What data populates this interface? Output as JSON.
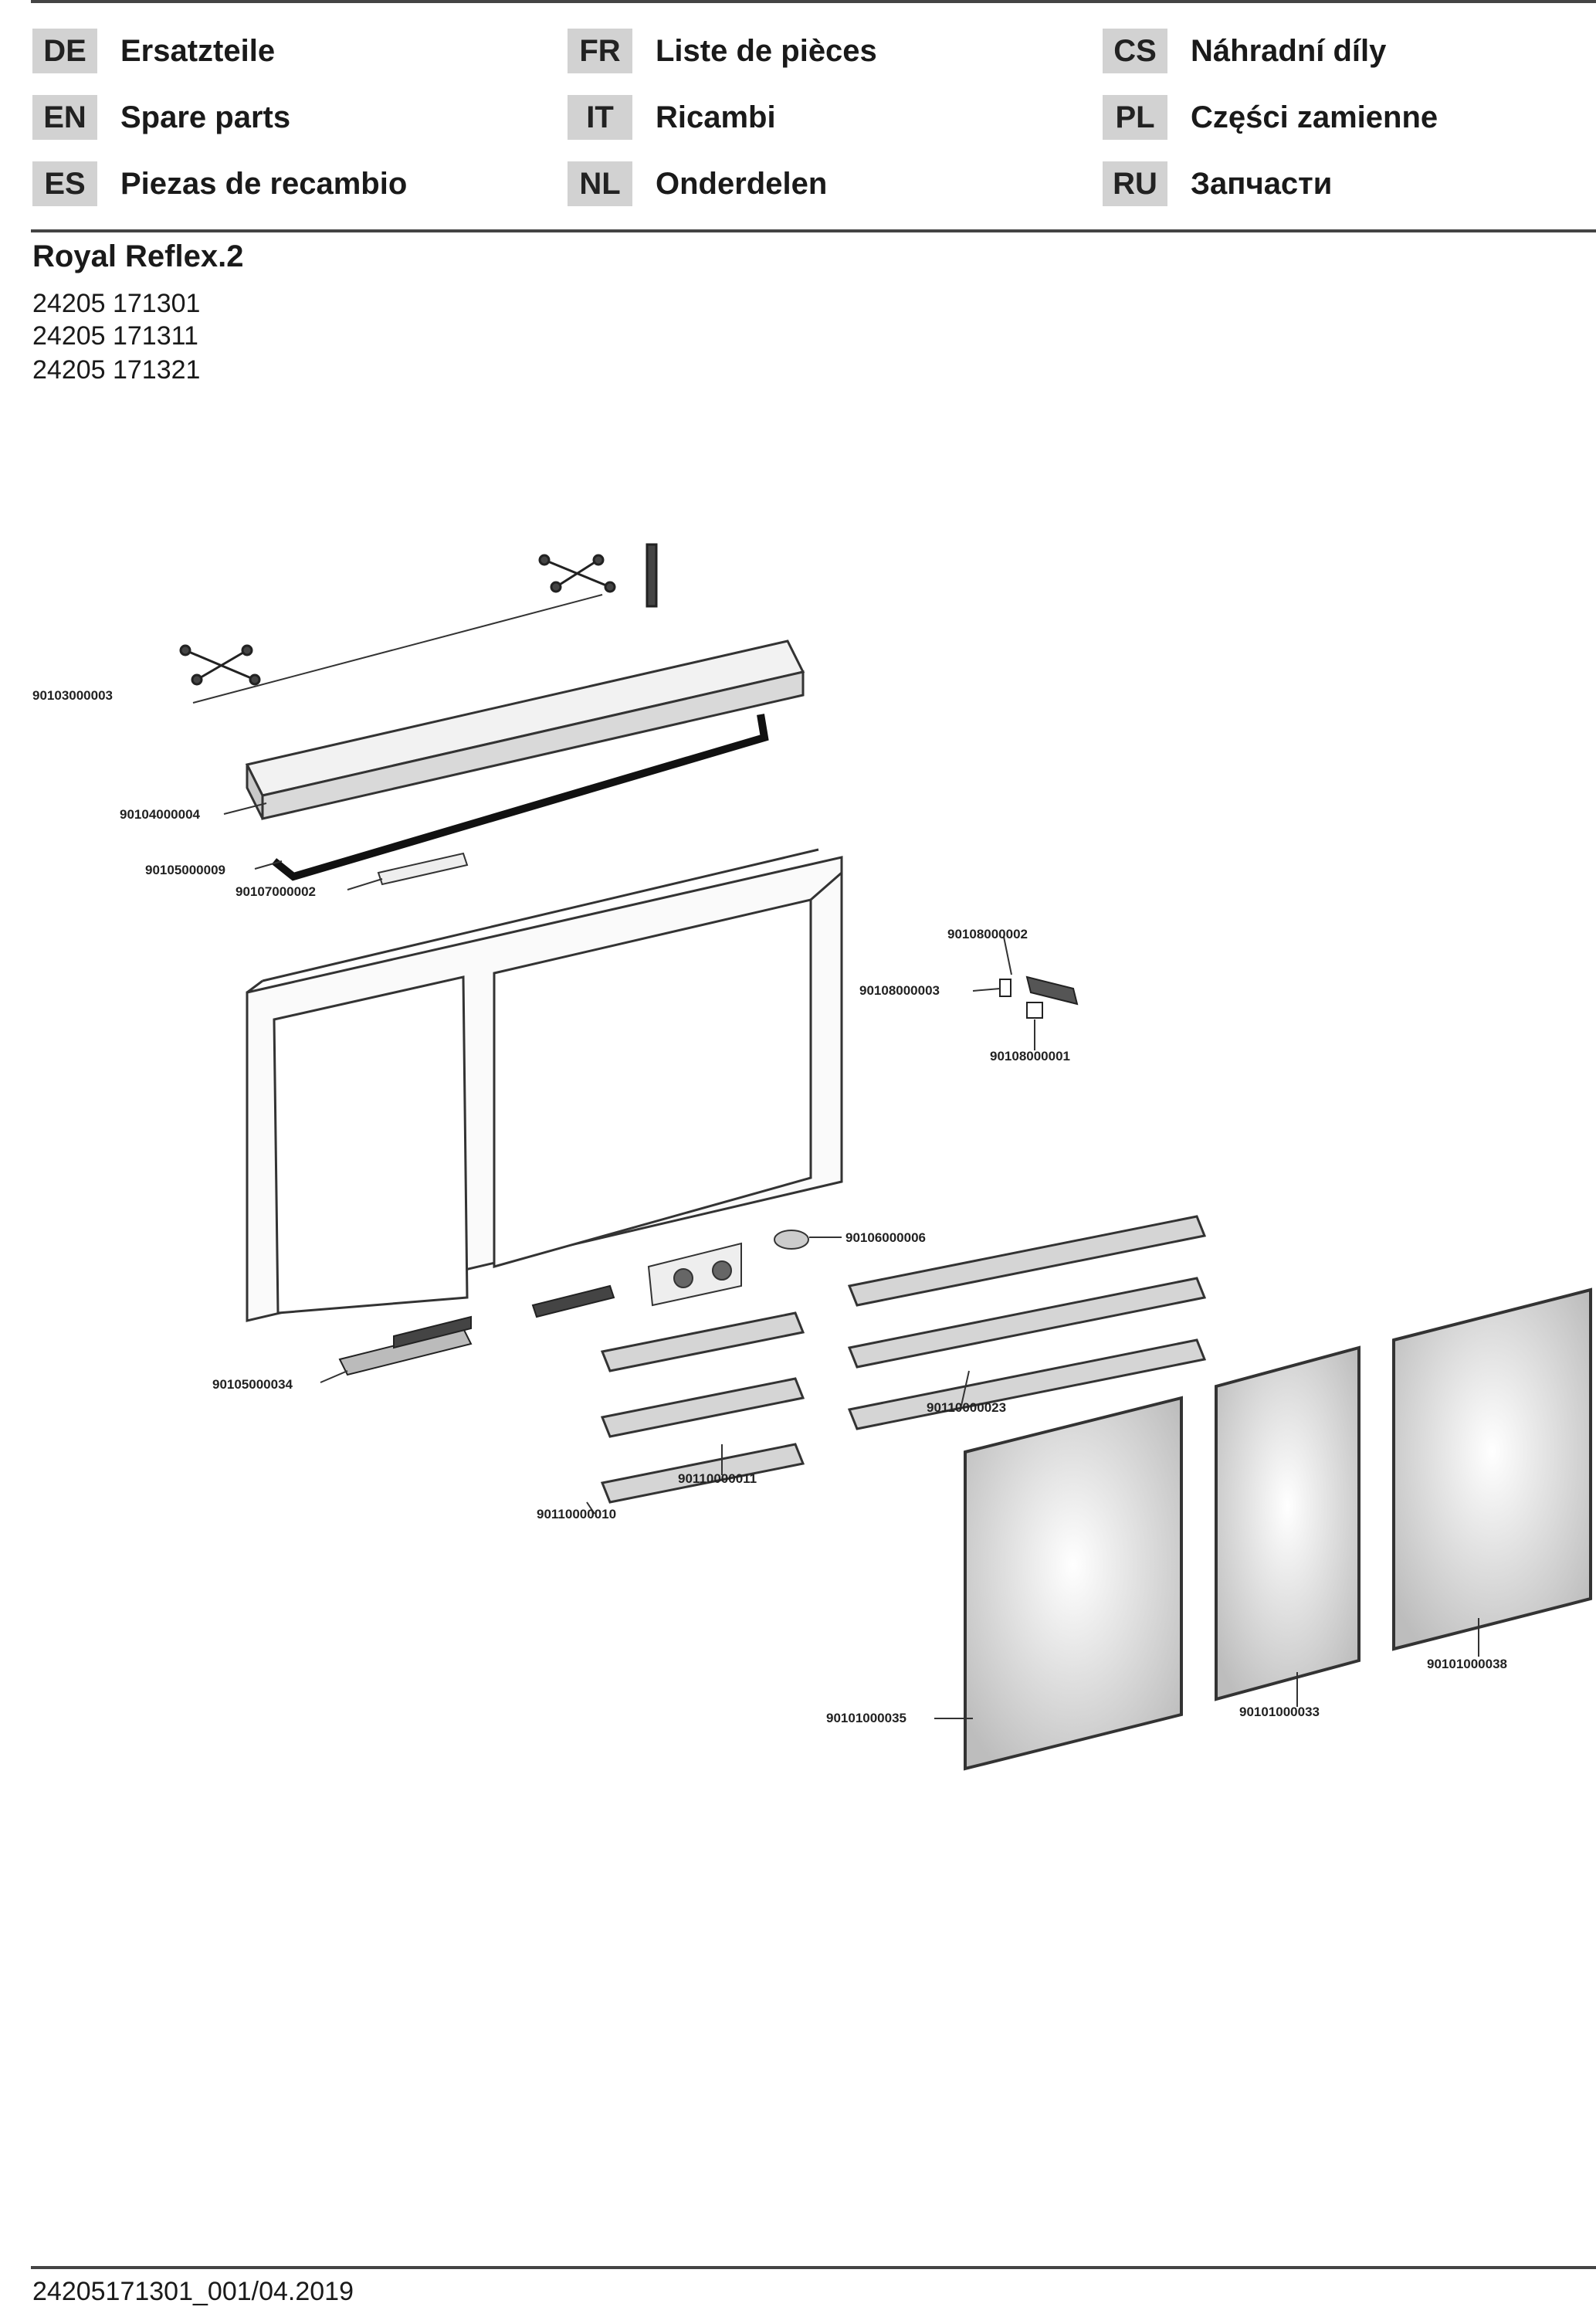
{
  "languages": [
    {
      "code": "DE",
      "name": "Ersatzteile"
    },
    {
      "code": "EN",
      "name": "Spare parts"
    },
    {
      "code": "ES",
      "name": "Piezas de recambio"
    },
    {
      "code": "FR",
      "name": "Liste de pièces"
    },
    {
      "code": "IT",
      "name": "Ricambi"
    },
    {
      "code": "NL",
      "name": "Onderdelen"
    },
    {
      "code": "CS",
      "name": "Náhradní díly"
    },
    {
      "code": "PL",
      "name": "Części zamienne"
    },
    {
      "code": "RU",
      "name": "Запчасти"
    }
  ],
  "product": {
    "title": "Royal Reflex.2",
    "articles": [
      "24205 171301",
      "24205 171311",
      "24205 171321"
    ]
  },
  "parts": {
    "p1": "90103000003",
    "p2": "90104000004",
    "p3": "90105000009",
    "p4": "90107000002",
    "p5": "90108000002",
    "p6": "90108000003",
    "p7": "90108000001",
    "p8": "90106000006",
    "p9": "90105000034",
    "p10": "90110000023",
    "p11": "90110000011",
    "p12": "90110000010",
    "p13": "90101000035",
    "p14": "90101000033",
    "p15": "90101000038"
  },
  "footer": "24205171301_001/04.2019"
}
